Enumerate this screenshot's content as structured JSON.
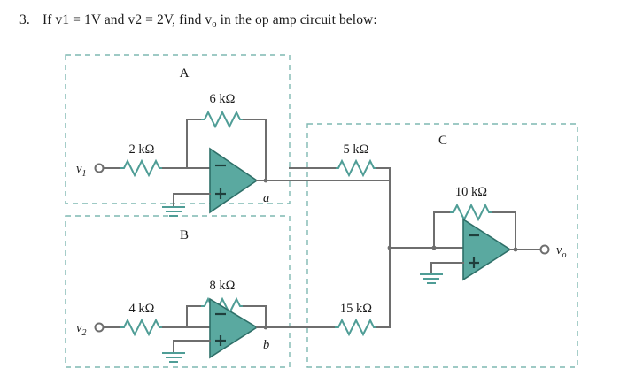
{
  "question": {
    "number": "3.",
    "text_before_vo": "If v1 = 1V and v2 = 2V, find v",
    "vo_sub": "o",
    "text_after_vo": " in the op amp circuit below:",
    "full_text": "3. If v1 = 1V and v2 = 2V, find vo in the op amp circuit below:"
  },
  "colors": {
    "wire": "#6e6e6e",
    "resistor": "#4f9d96",
    "opamp_fill": "#5aa9a0",
    "opamp_stroke": "#2e6f68",
    "dashed_box": "#7fb8b2",
    "ground": "#4f9d96",
    "text": "#1a1a1a",
    "background": "#ffffff"
  },
  "blocks": [
    {
      "id": "A",
      "label": "A"
    },
    {
      "id": "B",
      "label": "B"
    },
    {
      "id": "C",
      "label": "C"
    }
  ],
  "terminals": [
    {
      "id": "v1",
      "label": "v",
      "sub": "1"
    },
    {
      "id": "v2",
      "label": "v",
      "sub": "2"
    },
    {
      "id": "vo",
      "label": "v",
      "sub": "o"
    }
  ],
  "nodes": [
    {
      "id": "a",
      "label": "a"
    },
    {
      "id": "b",
      "label": "b"
    }
  ],
  "resistors": [
    {
      "id": "r-2k",
      "label": "2 kΩ",
      "block": "A",
      "role": "input"
    },
    {
      "id": "r-6k",
      "label": "6 kΩ",
      "block": "A",
      "role": "feedback"
    },
    {
      "id": "r-4k",
      "label": "4 kΩ",
      "block": "B",
      "role": "input"
    },
    {
      "id": "r-8k",
      "label": "8 kΩ",
      "block": "B",
      "role": "feedback"
    },
    {
      "id": "r-5k",
      "label": "5 kΩ",
      "block": "C",
      "role": "input"
    },
    {
      "id": "r-15k",
      "label": "15 kΩ",
      "block": "C",
      "role": "input"
    },
    {
      "id": "r-10k",
      "label": "10 kΩ",
      "block": "C",
      "role": "feedback"
    }
  ],
  "opamps": [
    {
      "id": "opamp-a",
      "block": "A",
      "inverting": "−",
      "noninverting": "+",
      "output_node": "a"
    },
    {
      "id": "opamp-b",
      "block": "B",
      "inverting": "−",
      "noninverting": "+",
      "output_node": "b"
    },
    {
      "id": "opamp-c",
      "block": "C",
      "inverting": "−",
      "noninverting": "+",
      "output_node": "vo"
    }
  ]
}
